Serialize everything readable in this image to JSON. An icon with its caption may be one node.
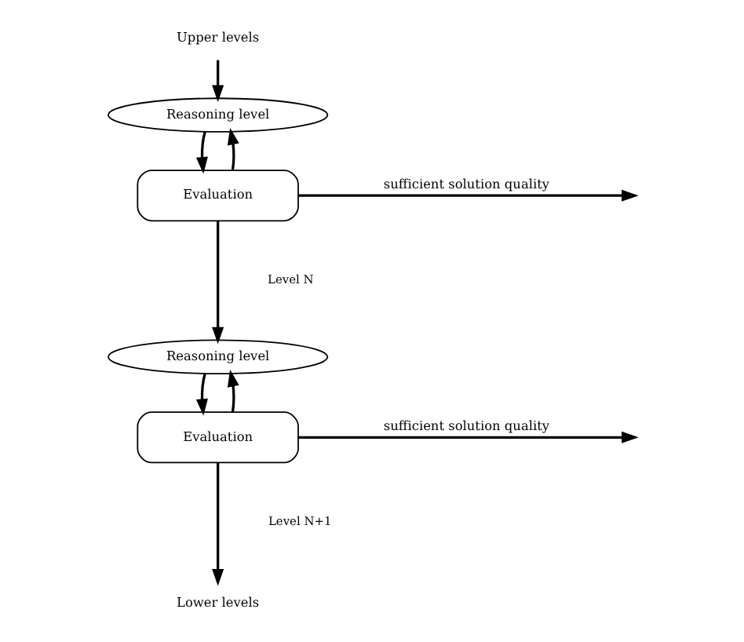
{
  "diagram": {
    "nodes": [
      {
        "text": [
          "Upper levels"
        ]
      },
      {
        "text": [
          "Reasoning level"
        ]
      },
      {
        "text": [
          "Evaluation"
        ]
      },
      {
        "text": [
          "Reasoning level"
        ]
      },
      {
        "text": [
          "Evaluation"
        ]
      },
      {
        "text": [
          "Lower levels"
        ]
      }
    ],
    "edges": [
      {
        "from": 0,
        "to": 1,
        "arrow": "to"
      },
      {
        "from": 2,
        "to": 1,
        "arrow": "to"
      },
      {
        "from": 1,
        "to": 2,
        "arrow": "to"
      },
      {
        "from": 2,
        "to": null,
        "arrow": "to",
        "label": "sufficient solution quality"
      },
      {
        "from": 2,
        "to": 3,
        "arrow": "to"
      },
      {
        "from": 4,
        "to": 3,
        "arrow": "to"
      },
      {
        "from": 3,
        "to": 4,
        "arrow": "to"
      },
      {
        "from": 4,
        "to": null,
        "arrow": "to",
        "label": "sufficient solution quality"
      },
      {
        "from": 4,
        "to": 5,
        "arrow": "to"
      }
    ],
    "labels": [
      "Level N",
      "Level N+1"
    ]
  }
}
